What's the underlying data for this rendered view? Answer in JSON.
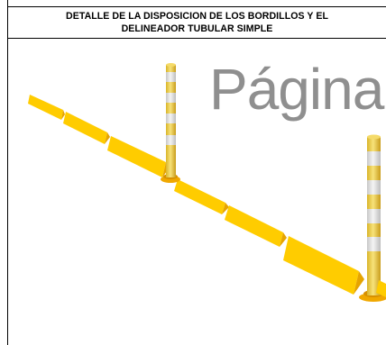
{
  "header": {
    "title_line_1": "DETALLE DE LA DISPOSICION DE LOS BORDILLOS Y EL",
    "title_line_2": "DELINEADOR TUBULAR SIMPLE"
  },
  "watermark": {
    "text": "Página"
  },
  "illustration": {
    "curb_count": 7,
    "delineator_count": 2,
    "colors": {
      "curb_yellow": "#ffcc00",
      "curb_shadow": "#e6a400",
      "post_yellow": "#f3d64a",
      "reflective_band": "#e8e8e8",
      "base_orange": "#f0a800"
    }
  }
}
